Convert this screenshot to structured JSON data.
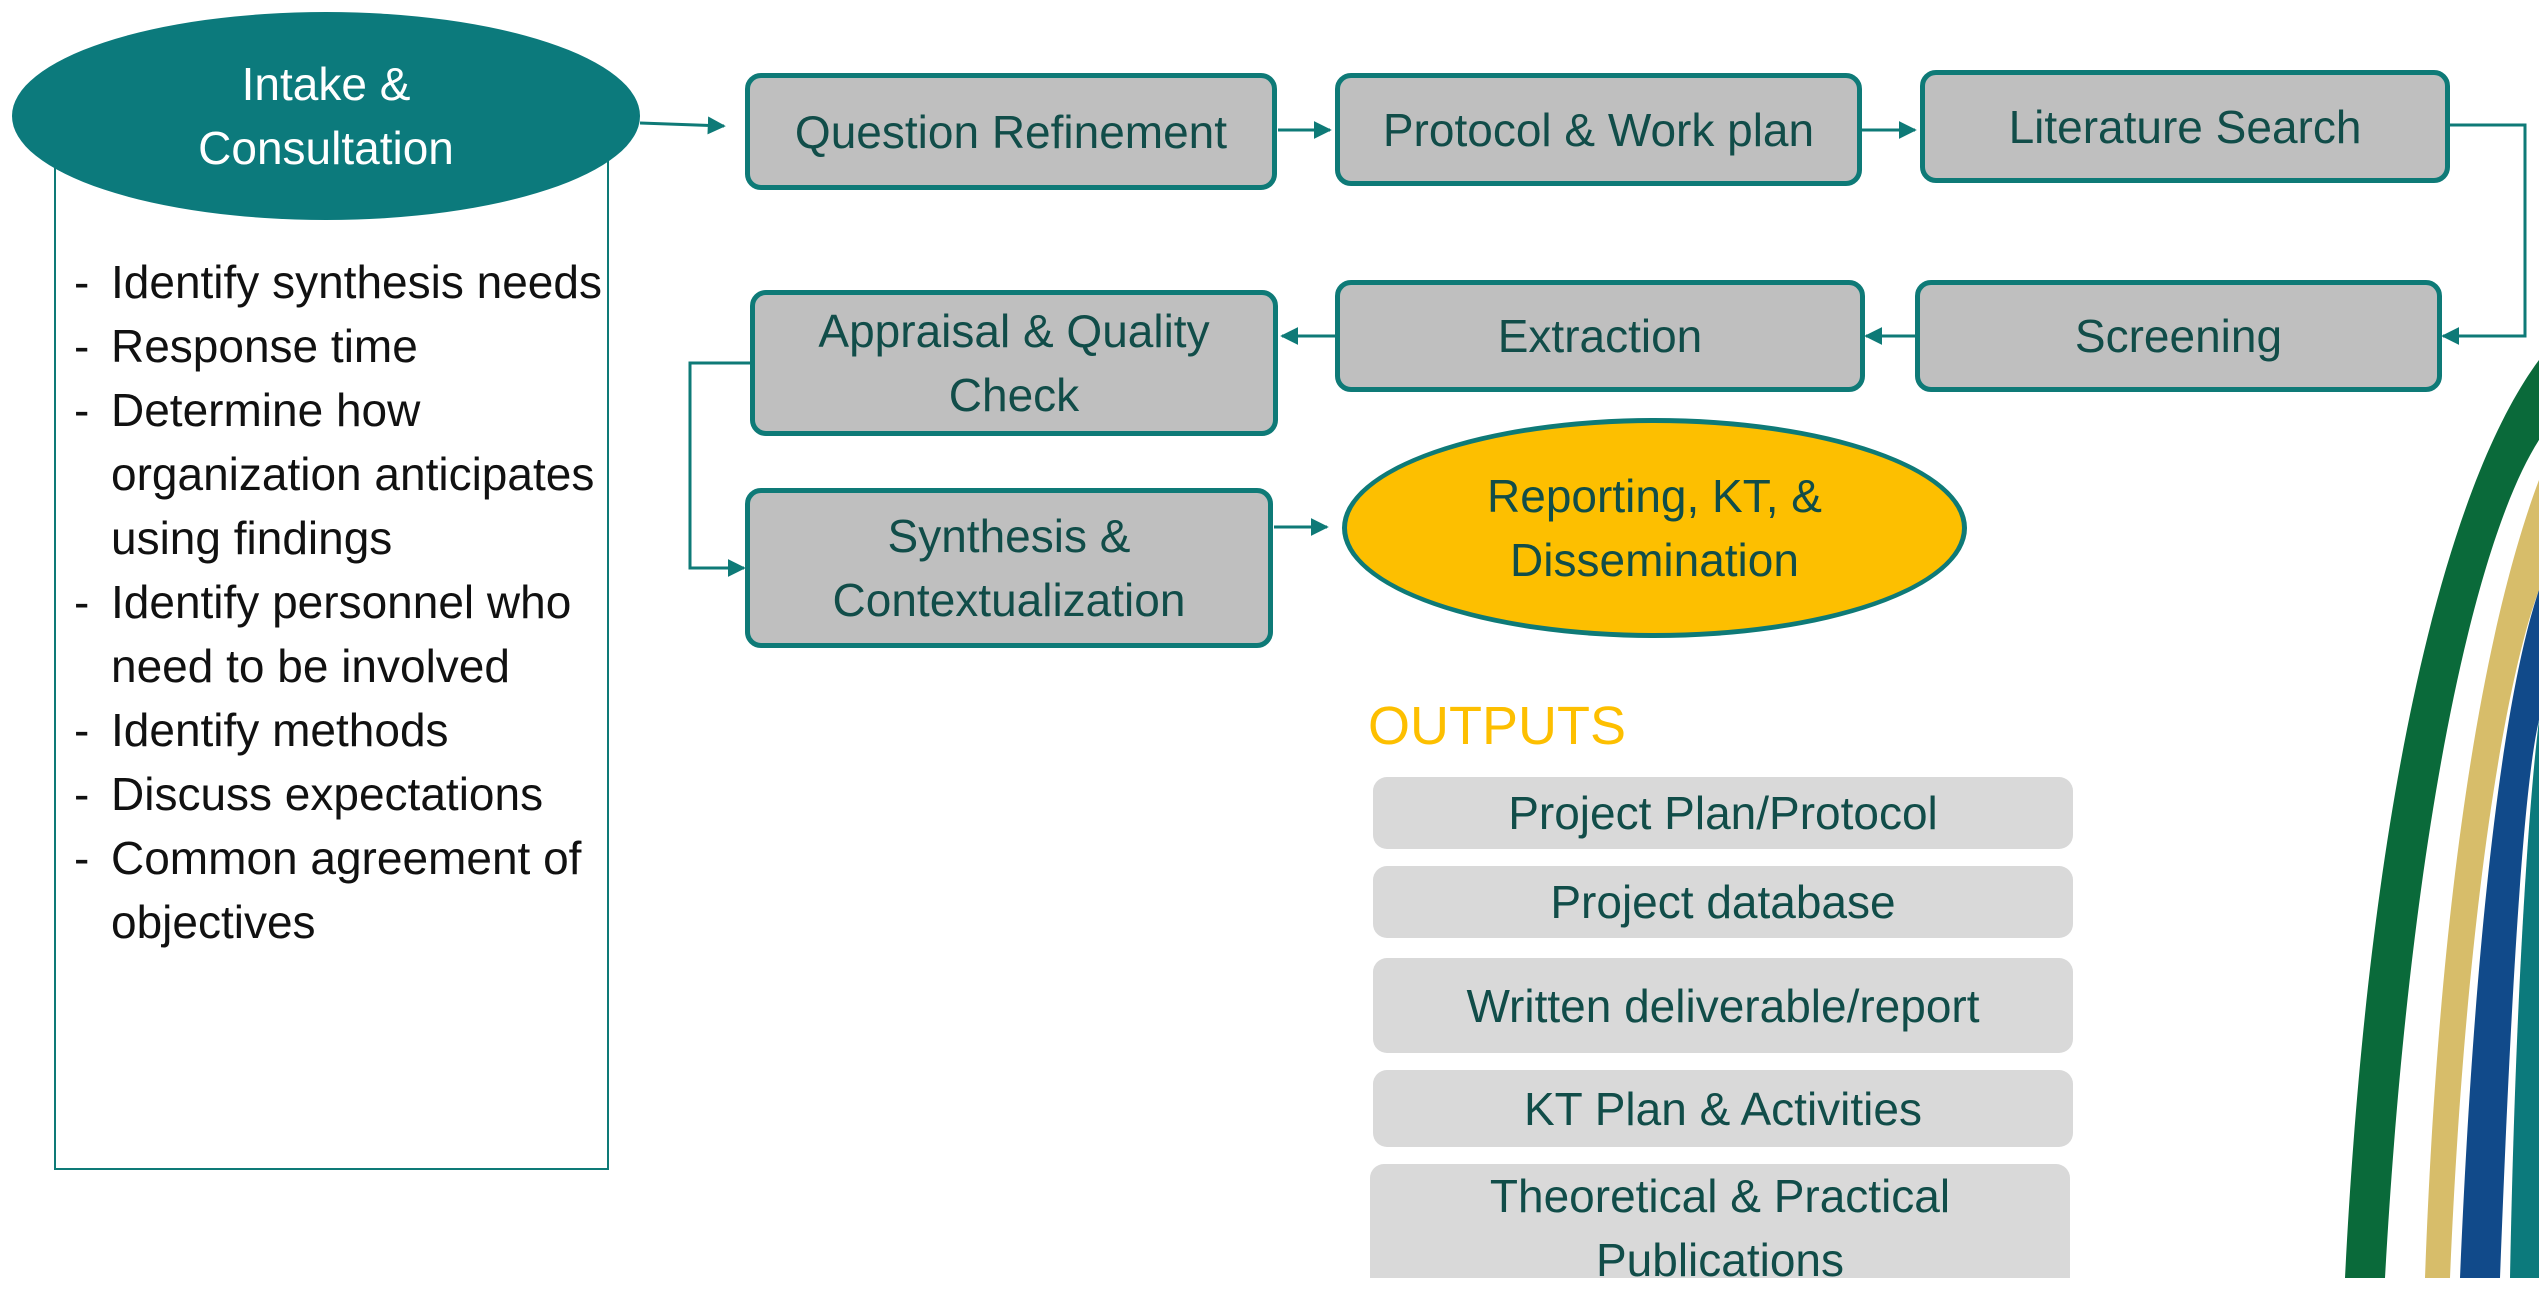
{
  "diagram": {
    "start": {
      "label_line1": "Intake &",
      "label_line2": "Consultation"
    },
    "tasks": [
      "Identify synthesis needs",
      "Response time",
      "Determine how organization anticipates using findings",
      "Identify personnel who need to be involved",
      "Identify methods",
      "Discuss expectations",
      "Common agreement of objectives"
    ],
    "steps": {
      "question_refinement": "Question Refinement",
      "protocol": "Protocol & Work plan",
      "literature_search": "Literature Search",
      "screening": "Screening",
      "extraction": "Extraction",
      "appraisal_line1": "Appraisal & Quality",
      "appraisal_line2": "Check",
      "synthesis_line1": "Synthesis &",
      "synthesis_line2": "Contextualization"
    },
    "end": {
      "label_line1": "Reporting, KT, &",
      "label_line2": "Dissemination"
    },
    "outputs": {
      "title": "OUTPUTS",
      "items": [
        "Project Plan/Protocol",
        "Project database",
        "Written deliverable/report",
        "KT Plan & Activities"
      ],
      "last_line1": "Theoretical & Practical",
      "last_line2": "Publications"
    }
  },
  "colors": {
    "teal": "#0c7a7c",
    "box_fill": "#bfbfbf",
    "gold": "#fdbf00",
    "output_fill": "#d9d9d9",
    "text_dark_teal": "#114d49"
  }
}
